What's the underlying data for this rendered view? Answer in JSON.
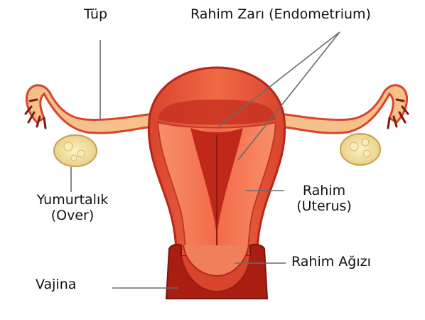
{
  "labels": {
    "tup": "Tüp",
    "endometrium": "Rahim Zarı (Endometrium)",
    "yumurtalik_1": "Yumurtalık",
    "yumurtalik_2": "(Over)",
    "rahim_1": "Rahim",
    "rahim_2": "(Uterus)",
    "rahim_agizi": "Rahim Ağızı",
    "vajina": "Vajina"
  },
  "colors": {
    "background": "#ffffff",
    "outer_wall": "#e8553a",
    "wall_dark": "#b8261a",
    "inner_tissue": "#f47a55",
    "endometrium": "#c83220",
    "tube_yellow": "#f6c58a",
    "ovary": "#f3e2a0",
    "leader_line": "#6b6b6b"
  }
}
